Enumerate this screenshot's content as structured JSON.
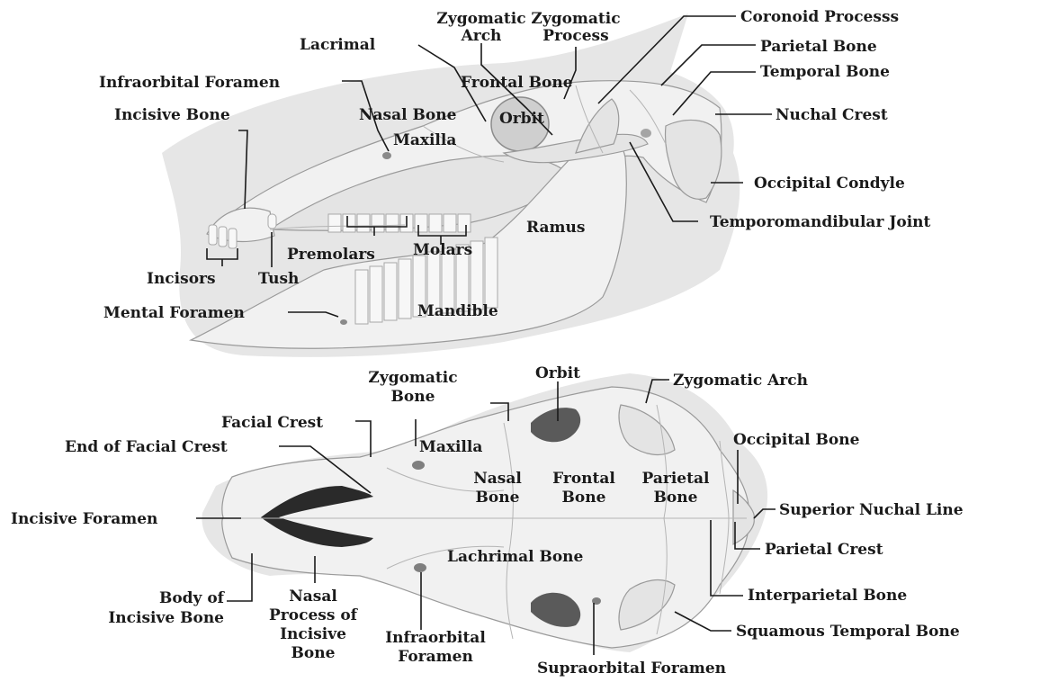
{
  "lateral_view": {
    "labels": {
      "zygomatic_arch": [
        "Zygomatic",
        "Arch"
      ],
      "zygomatic_process": [
        "Zygomatic",
        "Process"
      ],
      "coronoid_process": "Coronoid Processs",
      "lacrimal": "Lacrimal",
      "parietal_bone": "Parietal Bone",
      "infraorbital_foramen": "Infraorbital Foramen",
      "frontal_bone": "Frontal Bone",
      "temporal_bone": "Temporal Bone",
      "incisive_bone": "Incisive Bone",
      "nasal_bone": "Nasal Bone",
      "orbit": "Orbit",
      "nuchal_crest": "Nuchal Crest",
      "maxilla": "Maxilla",
      "occipital_condyle": "Occipital Condyle",
      "ramus": "Ramus",
      "temporomandibular_joint": "Temporomandibular Joint",
      "premolars": "Premolars",
      "molars": "Molars",
      "incisors": "Incisors",
      "tush": "Tush",
      "mental_foramen": "Mental Foramen",
      "mandible": "Mandible"
    }
  },
  "dorsal_view": {
    "labels": {
      "zygomatic_bone": [
        "Zygomatic",
        "Bone"
      ],
      "orbit": "Orbit",
      "zygomatic_arch": "Zygomatic Arch",
      "facial_crest": "Facial Crest",
      "end_of_facial_crest": "End of Facial Crest",
      "maxilla": "Maxilla",
      "occipital_bone": "Occipital Bone",
      "nasal_bone": [
        "Nasal",
        "Bone"
      ],
      "frontal_bone": [
        "Frontal",
        "Bone"
      ],
      "parietal_bone": [
        "Parietal",
        "Bone"
      ],
      "incisive_foramen": "Incisive Foramen",
      "superior_nuchal_line": "Superior Nuchal Line",
      "parietal_crest": "Parietal Crest",
      "lachrimal_bone": "Lachrimal Bone",
      "body_of_incisive_bone": [
        "Body of",
        "Incisive Bone"
      ],
      "nasal_process_of_incisive_bone": [
        "Nasal",
        "Process of",
        "Incisive",
        "Bone"
      ],
      "interparietal_bone": "Interparietal Bone",
      "squamous_temporal_bone": "Squamous Temporal Bone",
      "infraorbital_foramen": [
        "Infraorbital",
        "Foramen"
      ],
      "supraorbital_foramen": "Supraorbital Foramen"
    }
  }
}
